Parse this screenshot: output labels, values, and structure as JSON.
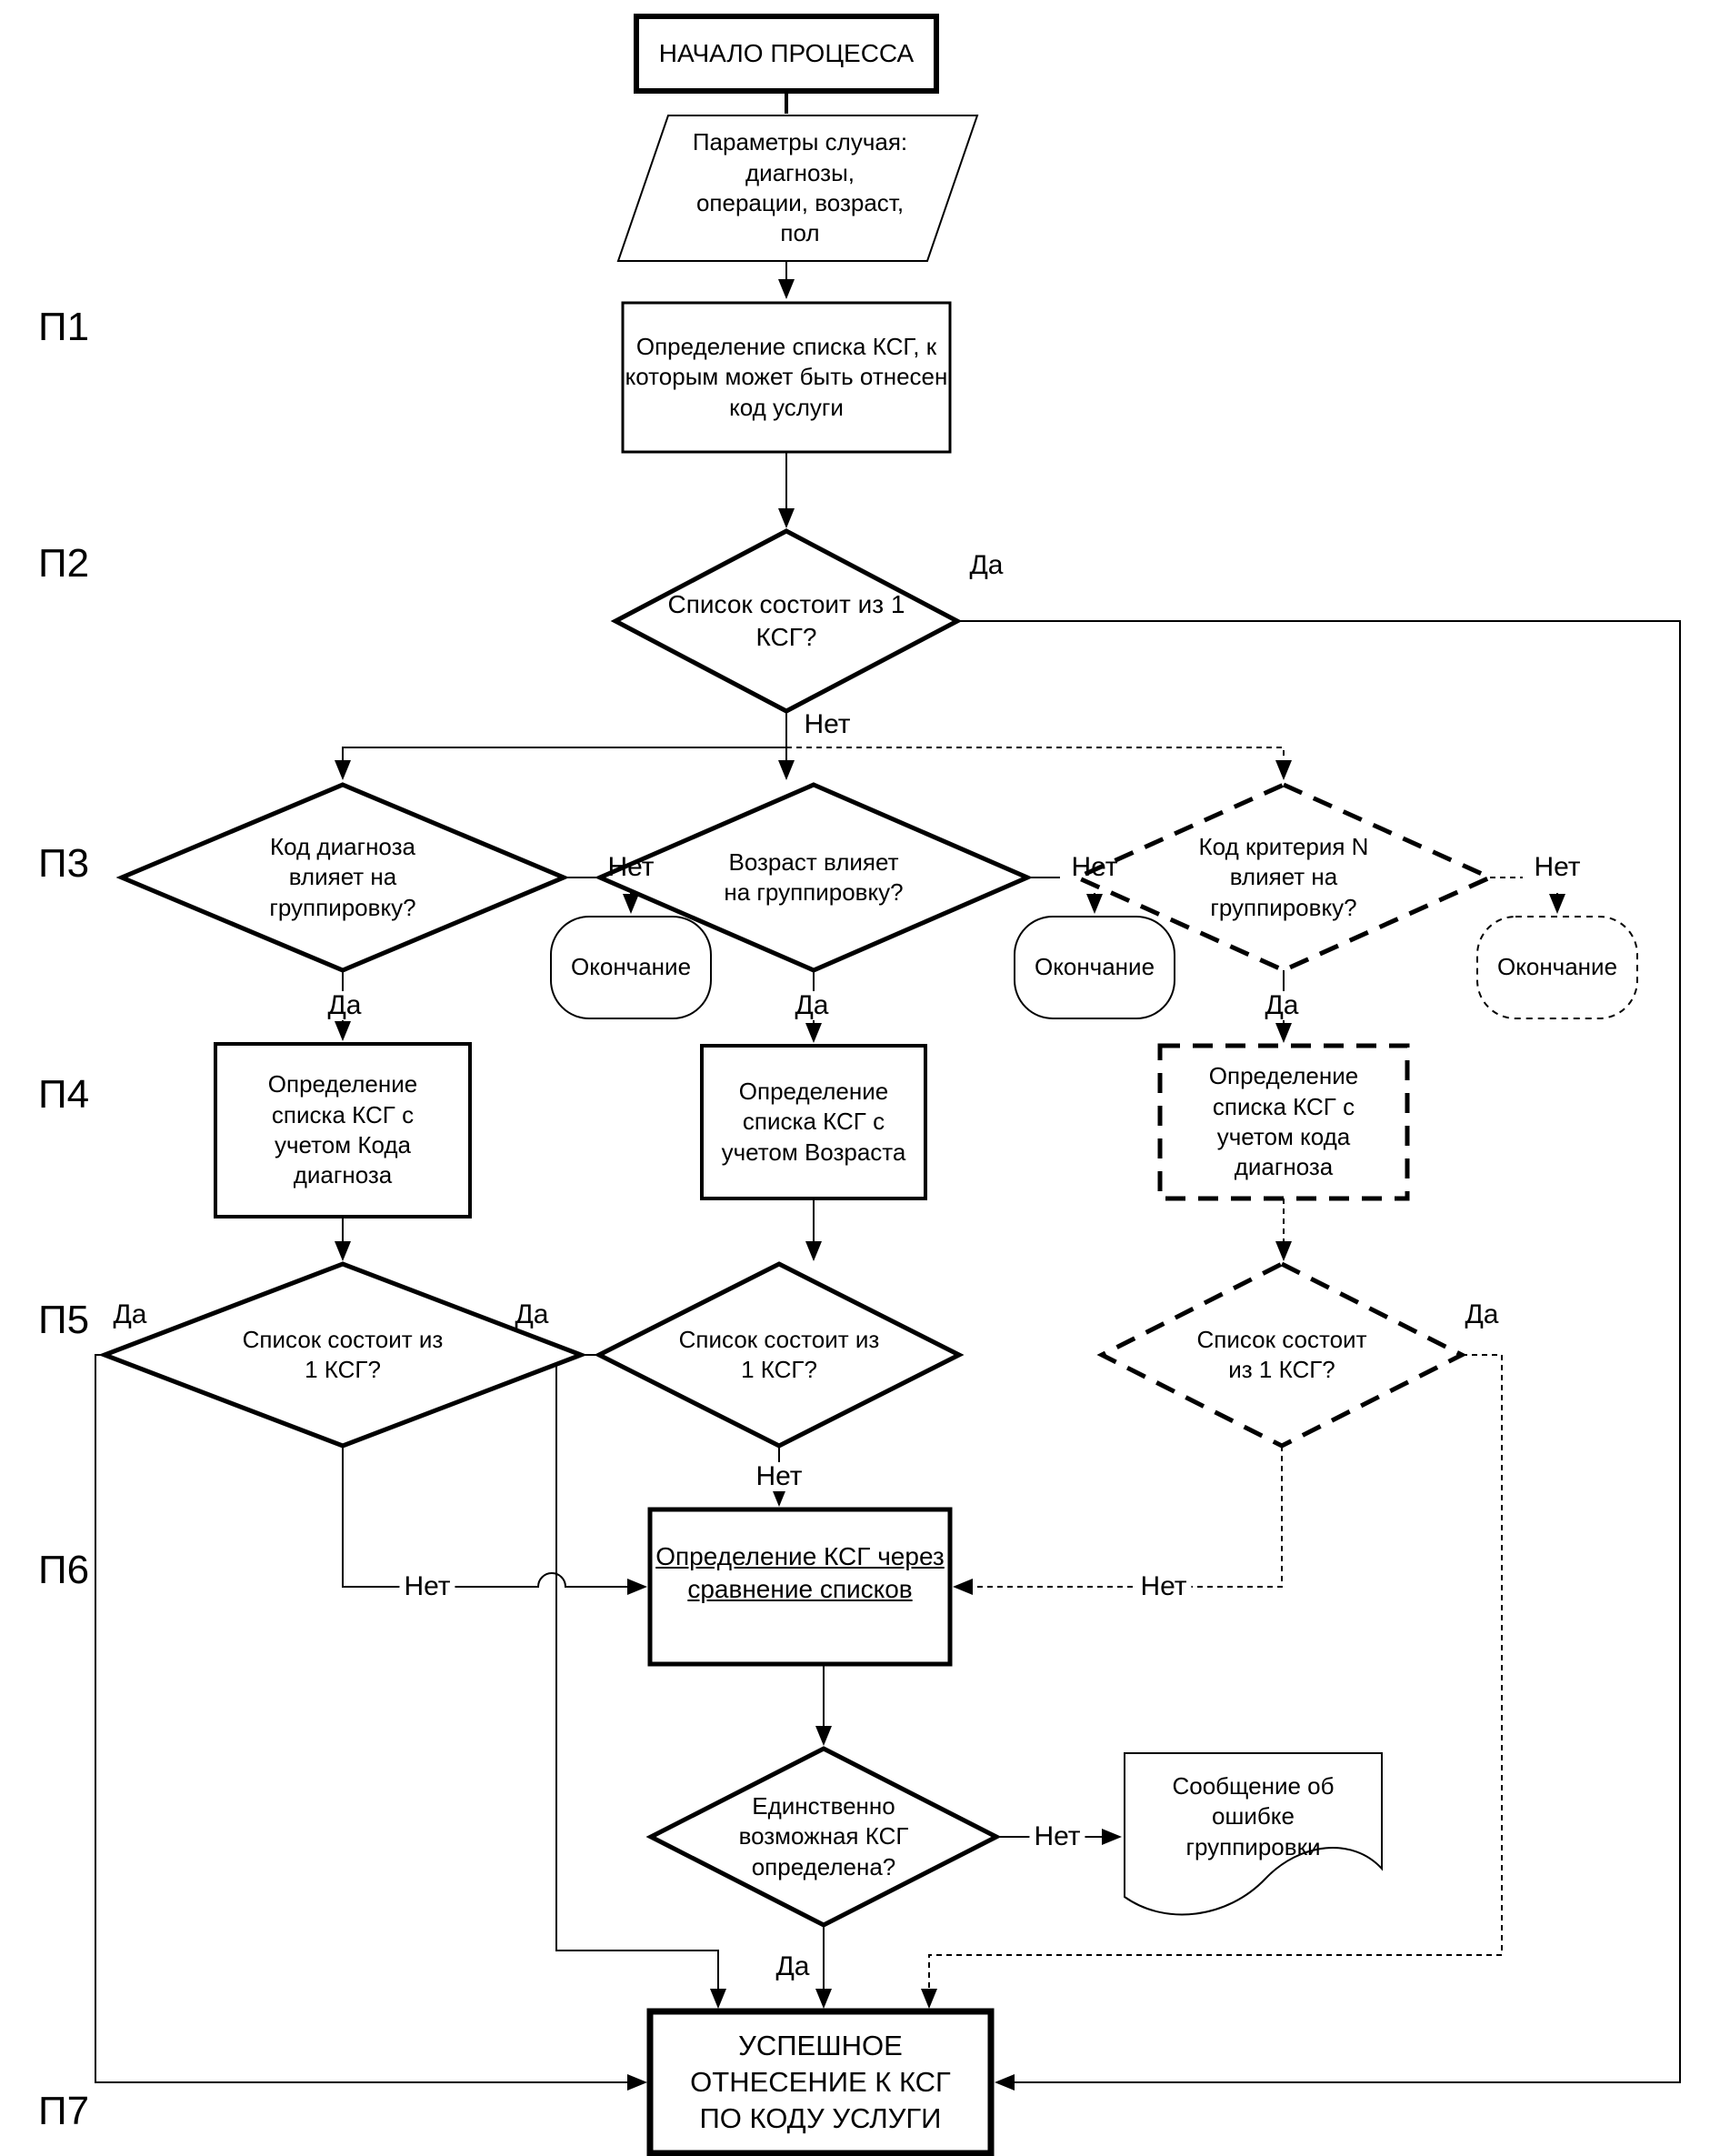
{
  "page": {
    "background": "#ffffff",
    "line_color": "#000000"
  },
  "row_labels": {
    "p1": "П1",
    "p2": "П2",
    "p3": "П3",
    "p4": "П4",
    "p5": "П5",
    "p6": "П6",
    "p7": "П7"
  },
  "edges": {
    "yes": "Да",
    "no": "Нет"
  },
  "nodes": {
    "start": "НАЧАЛО ПРОЦЕССА",
    "case_params": "Параметры случая:\nдиагнозы,\nоперации, возраст,\nпол",
    "p1_define_list": "Определение списка КСГ, к\nкоторым может быть отнесен\nкод услуги",
    "p2_single_ksg": "Список состоит из 1\nКСГ?",
    "p3_diagnosis": "Код диагноза\nвлияет на\nгруппировку?",
    "p3_age": "Возраст влияет\nна группировку?",
    "p3_criterion": "Код критерия N\nвлияет на\nгруппировку?",
    "end_1": "Окончание",
    "end_2": "Окончание",
    "end_3": "Окончание",
    "p4_diagnosis": "Определение\nсписка КСГ с\nучетом Кода\nдиагноза",
    "p4_age": "Определение\nсписка КСГ с\nучетом Возраста",
    "p4_criterion": "Определение\nсписка КСГ с\nучетом кода\nдиагноза",
    "p5_diagnosis": "Список состоит из\n1 КСГ?",
    "p5_age": "Список состоит из\n1 КСГ?",
    "p5_criterion": "Список состоит\nиз 1 КСГ?",
    "p6_compare": "Определение КСГ через\nсравнение списков",
    "final_check": "Единственно\nвозможная КСГ\nопределена?",
    "error_message": "Сообщение об\nошибке\nгруппировки",
    "p7_success": "УСПЕШНОЕ\nОТНЕСЕНИЕ К КСГ\nПО КОДУ УСЛУГИ"
  }
}
